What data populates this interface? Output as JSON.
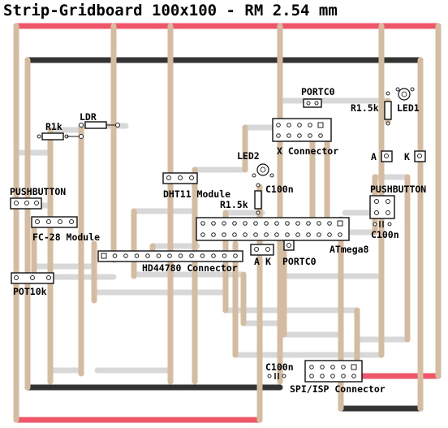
{
  "title": "Strip-Gridboard 100x100 - RM 2.54 mm",
  "colors": {
    "vcc_rail": "#f0566a",
    "gnd_rail": "#333333",
    "vertical_wire": "#d5bca0",
    "horizontal_wire": "#d8d8d8",
    "background": "#ffffff"
  },
  "labels": {
    "r1k": "R1k",
    "ldr": "LDR",
    "pushbutton_left": "PUSHBUTTON",
    "fc28": "FC-28 Module",
    "pot10k": "POT10k",
    "hd44780": "HD44780 Connector",
    "dht11": "DHT11 Module",
    "r1_5k_mid": "R1.5k",
    "led2": "LED2",
    "c100n_mid": "C100n",
    "portc0_top": "PORTC0",
    "x_connector": "X Connector",
    "r1_5k_right": "R1.5k",
    "led1": "LED1",
    "anode_right": "A",
    "cathode_right": "K",
    "pushbutton_right": "PUSHBUTTON",
    "c100n_right": "C100n",
    "atmega8": "ATmega8",
    "portc0_bottom": "PORTC0",
    "anode_bottom": "A",
    "cathode_bottom": "K",
    "c100n_bottom": "C100n",
    "spi_isp": "SPI/ISP Connector"
  }
}
